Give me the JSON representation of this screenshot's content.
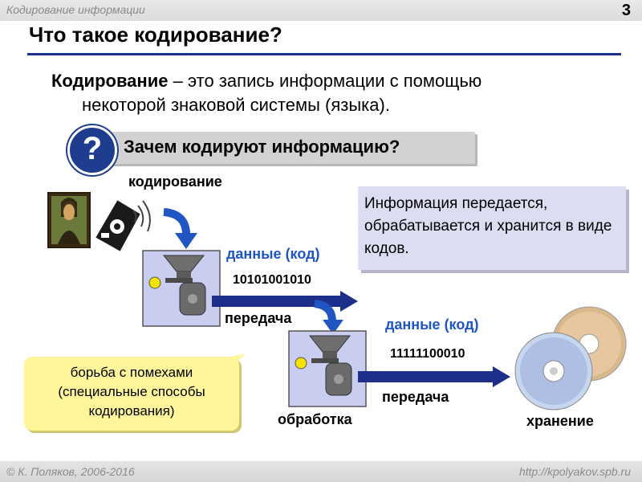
{
  "header": {
    "subject": "Кодирование информации",
    "slide_number": "3"
  },
  "title": "Что такое кодирование?",
  "definition": {
    "term": "Кодирование",
    "rest_line1": " – это запись информации с помощью",
    "line2": "некоторой знаковой системы (языка)."
  },
  "question": {
    "icon_text": "?",
    "text": "Зачем кодируют информацию?"
  },
  "diagram": {
    "encoding_label": "кодирование",
    "data_label_1": "данные (код)",
    "code_1": "10101001010",
    "transfer_label_1": "передача",
    "data_label_2": "данные (код)",
    "code_2": "11111100010",
    "transfer_label_2": "передача",
    "processing_label": "обработка",
    "storage_label": "хранение"
  },
  "info_box": "Информация передается, обрабатывается и хранится в виде кодов.",
  "note_box": "борьба с помехами (специальные способы кодирования)",
  "footer": {
    "left": "© К. Поляков, 2006-2016",
    "right": "http://kpolyakov.spb.ru"
  },
  "colors": {
    "accent": "#1c2f8c",
    "arrow_blue": "#1f56c4",
    "arrow_dark": "#1e2f8a",
    "note_fill": "#fff59a",
    "info_fill": "#ddddf2"
  },
  "icons": [
    "question-icon",
    "painting-image",
    "sound-waves-icon",
    "funnel-device-icon",
    "cd-disc-icon"
  ]
}
